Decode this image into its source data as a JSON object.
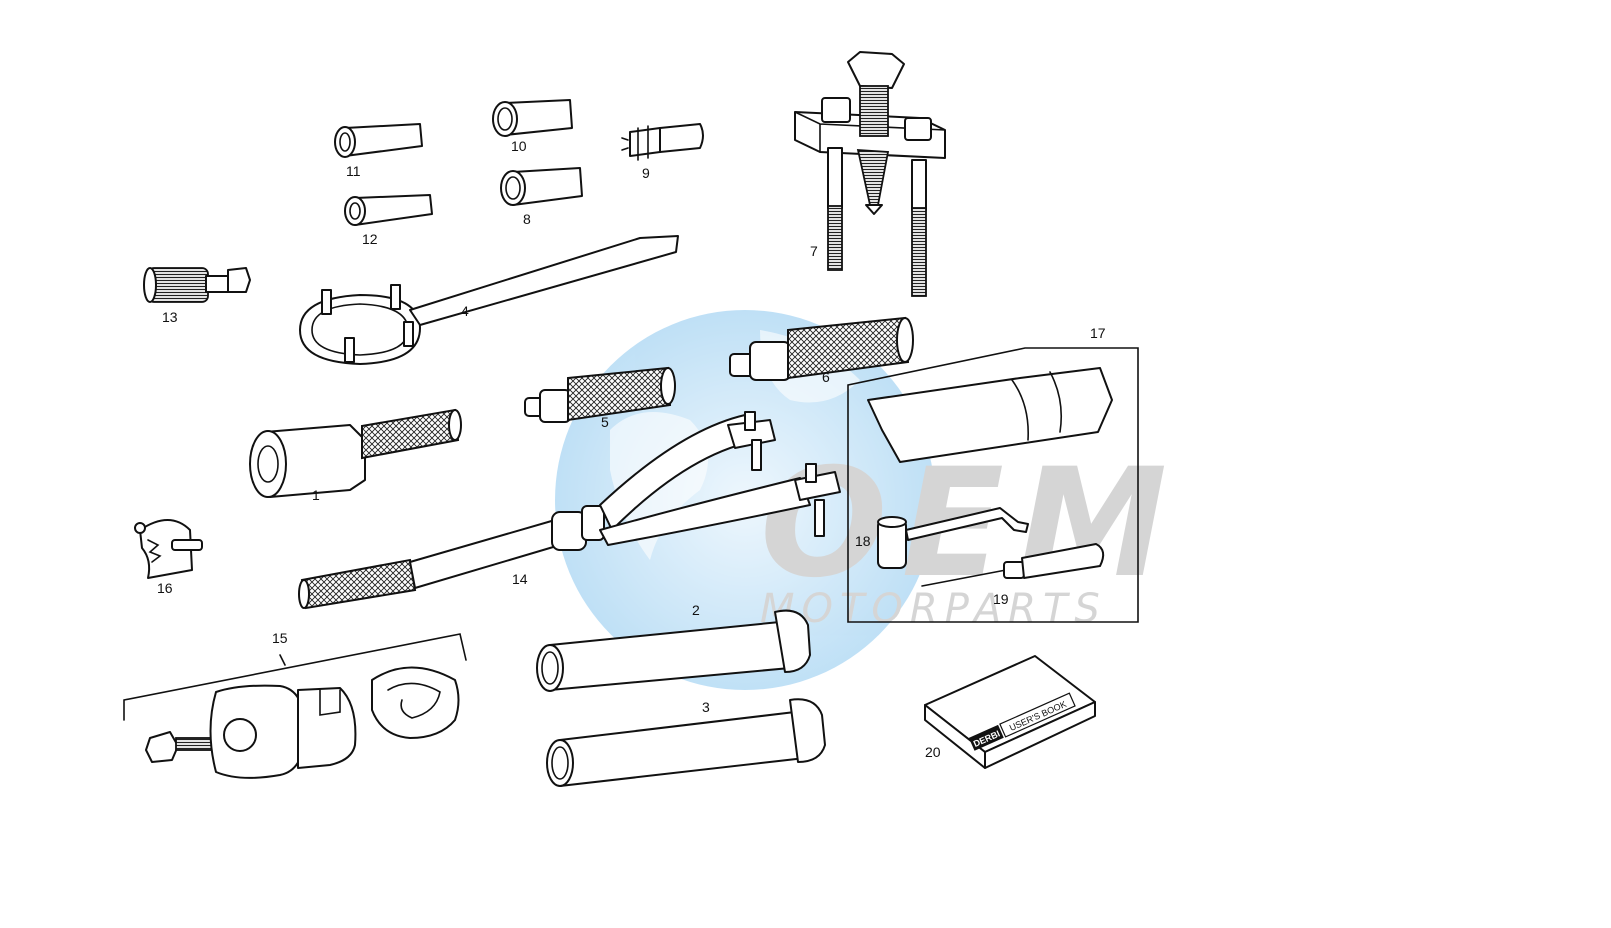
{
  "diagram": {
    "parts": [
      {
        "label": "1"
      },
      {
        "label": "2"
      },
      {
        "label": "3"
      },
      {
        "label": "4"
      },
      {
        "label": "5"
      },
      {
        "label": "6"
      },
      {
        "label": "7"
      },
      {
        "label": "8"
      },
      {
        "label": "9"
      },
      {
        "label": "10"
      },
      {
        "label": "11"
      },
      {
        "label": "12"
      },
      {
        "label": "13"
      },
      {
        "label": "14"
      },
      {
        "label": "15"
      },
      {
        "label": "16"
      },
      {
        "label": "17"
      },
      {
        "label": "18"
      },
      {
        "label": "19"
      },
      {
        "label": "20"
      }
    ],
    "manual_cover": {
      "brand": "DERBI",
      "title": "USER'S BOOK"
    }
  },
  "watermark": {
    "logo_text": "OEM",
    "tagline": "MOTORPARTS",
    "colors": {
      "globe": "#4aa8e6",
      "logo": "#8a8a8a"
    }
  }
}
